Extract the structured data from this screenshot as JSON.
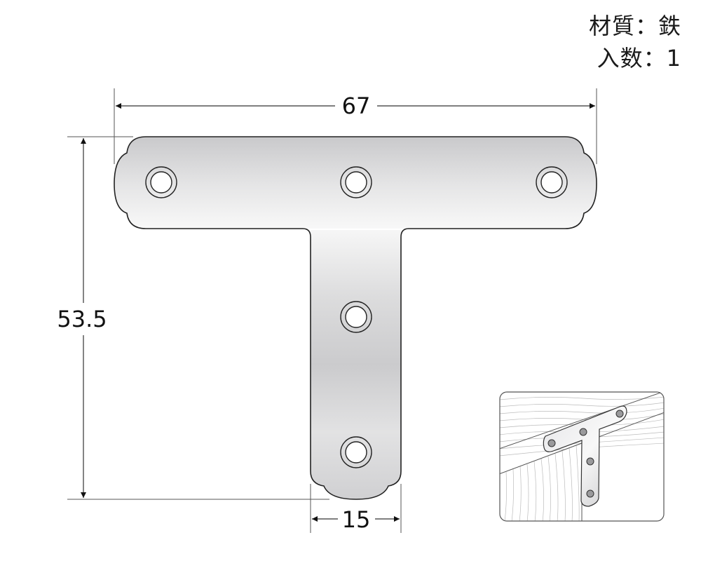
{
  "specs": {
    "material_label": "材質",
    "material_value": "鉄",
    "quantity_label": "入数",
    "quantity_value": "1",
    "separator": "："
  },
  "dimensions": {
    "width": "67",
    "height": "53.5",
    "stem_width": "15"
  },
  "part": {
    "name": "T-shaped metal bracket",
    "holes": 5,
    "colors": {
      "outline": "#222222",
      "metal_light": "#f5f5f6",
      "metal_dark": "#c8c8ca",
      "dimension_line": "#555555"
    }
  },
  "inset": {
    "description": "usage illustration: bracket screwed to wood joint"
  }
}
